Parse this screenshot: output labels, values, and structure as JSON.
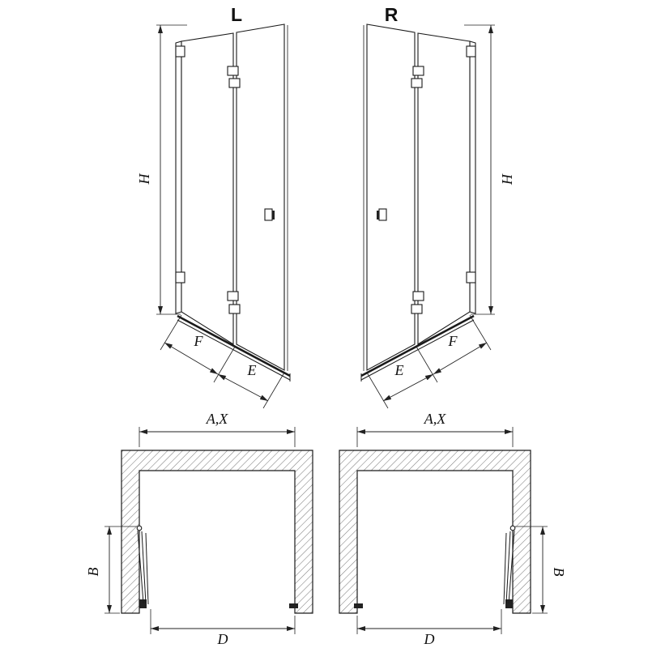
{
  "figure": {
    "elevation_left": {
      "variant_label": "L",
      "dim_height_label": "H",
      "dim_fold_label": "F",
      "dim_entry_label": "E"
    },
    "elevation_right": {
      "variant_label": "R",
      "dim_height_label": "H",
      "dim_fold_label": "F",
      "dim_entry_label": "E"
    },
    "plan_left": {
      "dim_width_label": "A,X",
      "dim_depth_label": "B",
      "dim_opening_label": "D"
    },
    "plan_right": {
      "dim_width_label": "A,X",
      "dim_depth_label": "B",
      "dim_opening_label": "D"
    }
  },
  "colors": {
    "line": "#1a1a1a",
    "hatch": "#7f7f7f",
    "background": "#ffffff"
  }
}
